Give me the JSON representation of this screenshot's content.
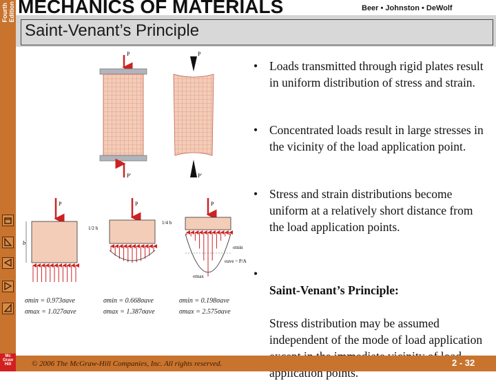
{
  "header": {
    "edition": "Fourth\nEdition",
    "title": "MECHANICS OF MATERIALS",
    "authors": "Beer • Johnston • DeWolf",
    "slide_title": "Saint-Venant’s Principle"
  },
  "bullets": [
    {
      "text": "Loads transmitted through rigid plates result in uniform distribution of stress and strain."
    },
    {
      "text": "Concentrated loads result in large stresses in the vicinity of the load application point."
    },
    {
      "text": "Stress and strain distributions become uniform at a relatively short distance from the load application points."
    },
    {
      "heading": "Saint-Venant’s Principle:",
      "text": "Stress distribution may be assumed independent of the mode of load application except in the immediate vicinity of load application points."
    }
  ],
  "figure": {
    "load_label": "P",
    "load_label_bottom": "P'",
    "dim_b": "b",
    "half_b": "1/2 b",
    "quarter_b": "1/4 b",
    "sigma_min": "σmin",
    "sigma_max": "σmax",
    "sigma_ave": "σave = P/A",
    "case1": [
      "σmin = 0.973σave",
      "σmax = 1.027σave"
    ],
    "case2": [
      "σmin = 0.668σave",
      "σmax = 1.387σave"
    ],
    "case3": [
      "σmin = 0.198σave",
      "σmax = 2.575σave"
    ]
  },
  "footer": {
    "copyright": "© 2006 The McGraw-Hill Companies, Inc. All rights reserved.",
    "page": "2 - 32",
    "logo": "Mc\nGraw\nHill"
  },
  "colors": {
    "accent": "#c8742e",
    "title_band": "#d5d5d5",
    "arrow_red": "#cc2222",
    "specimen_fill": "#f3cdb8",
    "grid_red": "#d97a6a"
  }
}
